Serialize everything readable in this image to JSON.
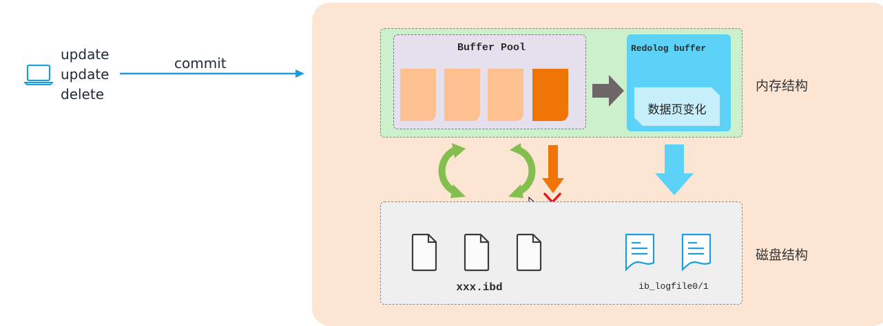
{
  "sql": {
    "line1": "update",
    "line2": "update",
    "line3": "delete"
  },
  "commit_label": "commit",
  "memory": {
    "buffer_pool_title": "Buffer Pool",
    "redolog_title": "Redolog buffer",
    "data_page_change": "数据页变化",
    "label": "内存结构"
  },
  "disk": {
    "ibd_label": "xxx.ibd",
    "logfile_label": "ib_logfile0/1",
    "label": "磁盘结构"
  },
  "colors": {
    "page_light": "#fdc08e",
    "page_dirty": "#ef7406",
    "sync_arrow": "#82bf4e",
    "flush_arrow": "#ef7406",
    "redo_arrow": "#5cd3f6",
    "blocked_cross": "#e8161b",
    "file_icon_blue": "#1a9ed9"
  },
  "icons": {
    "client": "laptop-icon",
    "data_file": "document-icon",
    "log_file": "log-document-icon",
    "cursor": "mouse-pointer-icon"
  }
}
